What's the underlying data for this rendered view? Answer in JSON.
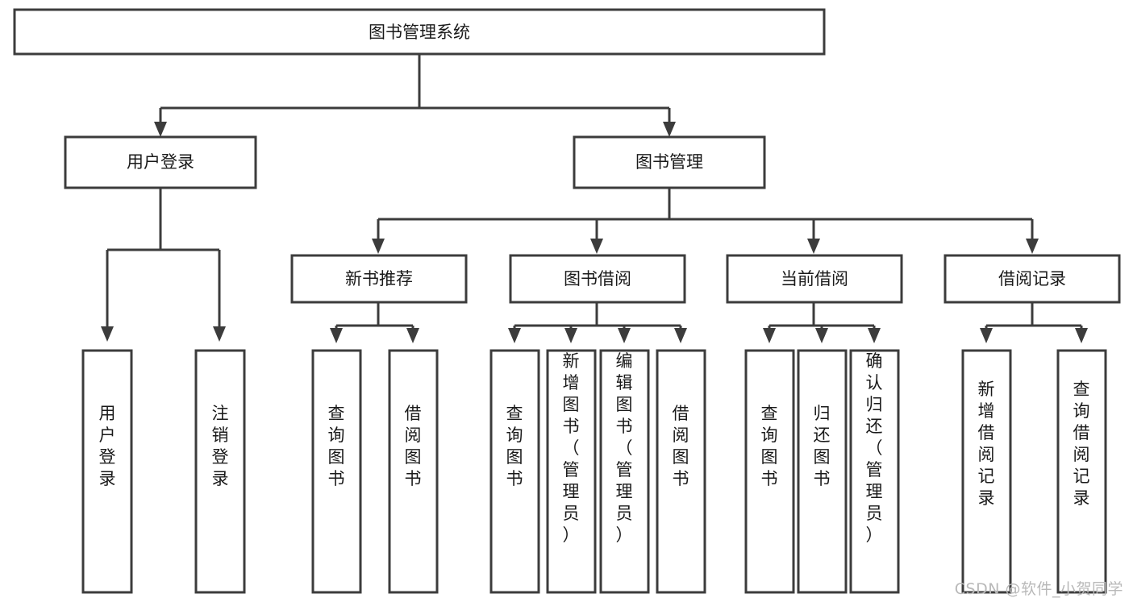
{
  "diagram": {
    "type": "tree",
    "title": "图书管理系统",
    "orientation": "top-down",
    "colors": {
      "box_stroke": "#3c3c3c",
      "box_fill": "#ffffff",
      "connector": "#3c3c3c",
      "text": "#1a1a1a",
      "background": "#ffffff",
      "watermark": "#b9b9b9"
    },
    "nodes": {
      "root": {
        "label": "图书管理系统",
        "level": 1,
        "text_orientation": "horizontal"
      },
      "level2": [
        {
          "id": "user-login",
          "label": "用户登录",
          "text_orientation": "horizontal"
        },
        {
          "id": "book-manage",
          "label": "图书管理",
          "text_orientation": "horizontal"
        }
      ],
      "level3": [
        {
          "id": "new-book-recommend",
          "label": "新书推荐",
          "text_orientation": "horizontal"
        },
        {
          "id": "book-borrow",
          "label": "图书借阅",
          "text_orientation": "horizontal"
        },
        {
          "id": "current-borrow",
          "label": "当前借阅",
          "text_orientation": "horizontal"
        },
        {
          "id": "borrow-record",
          "label": "借阅记录",
          "text_orientation": "horizontal"
        }
      ],
      "leaves": [
        {
          "id": "leaf-user-login",
          "label": "用户登录",
          "parent": "user-login",
          "text_orientation": "vertical"
        },
        {
          "id": "leaf-logout-login",
          "label": "注销登录",
          "parent": "user-login",
          "text_orientation": "vertical"
        },
        {
          "id": "leaf-query-book-1",
          "label": "查询图书",
          "parent": "new-book-recommend",
          "text_orientation": "vertical"
        },
        {
          "id": "leaf-borrow-book-1",
          "label": "借阅图书",
          "parent": "new-book-recommend",
          "text_orientation": "vertical"
        },
        {
          "id": "leaf-query-book-2",
          "label": "查询图书",
          "parent": "book-borrow",
          "text_orientation": "vertical"
        },
        {
          "id": "leaf-add-book",
          "label": "新增图书（管理员）",
          "parent": "book-borrow",
          "text_orientation": "vertical"
        },
        {
          "id": "leaf-edit-book",
          "label": "编辑图书（管理员）",
          "parent": "book-borrow",
          "text_orientation": "vertical"
        },
        {
          "id": "leaf-borrow-book-2",
          "label": "借阅图书",
          "parent": "book-borrow",
          "text_orientation": "vertical"
        },
        {
          "id": "leaf-query-book-3",
          "label": "查询图书",
          "parent": "current-borrow",
          "text_orientation": "vertical"
        },
        {
          "id": "leaf-return-book",
          "label": "归还图书",
          "parent": "current-borrow",
          "text_orientation": "vertical"
        },
        {
          "id": "leaf-confirm-return",
          "label": "确认归还（管理员）",
          "parent": "current-borrow",
          "text_orientation": "vertical"
        },
        {
          "id": "leaf-add-record",
          "label": "新增借阅记录",
          "parent": "borrow-record",
          "text_orientation": "vertical"
        },
        {
          "id": "leaf-query-record",
          "label": "查询借阅记录",
          "parent": "borrow-record",
          "text_orientation": "vertical"
        }
      ]
    }
  },
  "watermark": {
    "text": "CSDN @软件_小贺同学"
  }
}
